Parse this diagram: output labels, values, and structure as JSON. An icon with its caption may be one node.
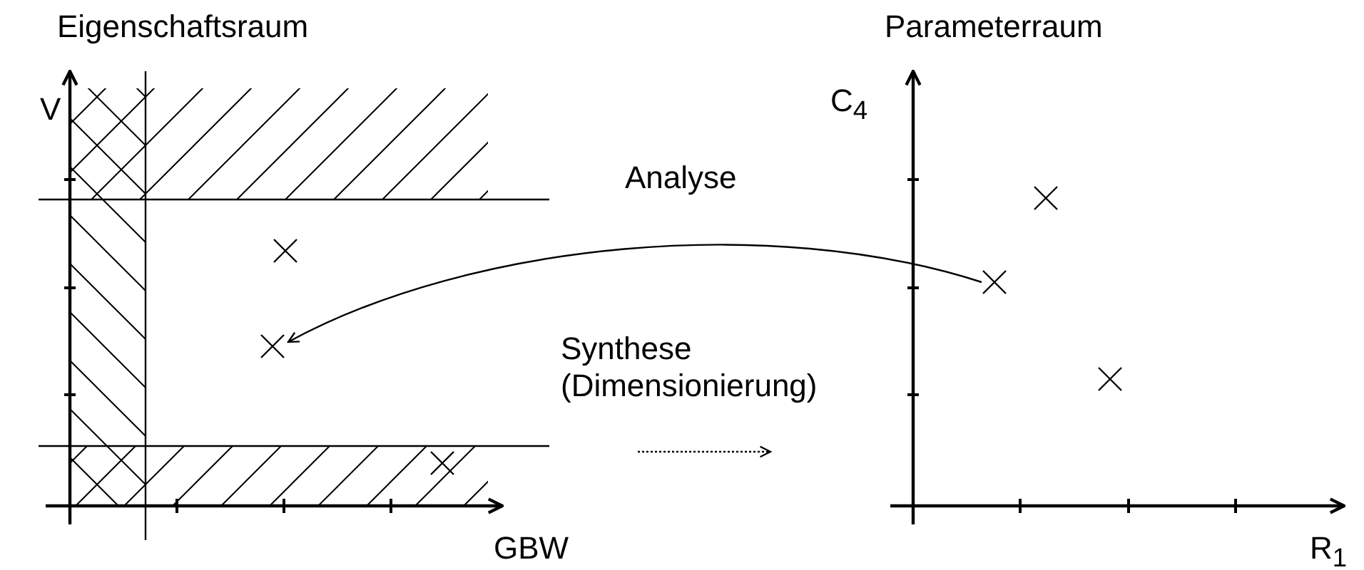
{
  "diagram": {
    "nodes": [
      {
        "text": [
          "Eigenschaftsraum"
        ]
      },
      {
        "text": [
          "Parameterraum"
        ]
      },
      {
        "text": [],
        "shape": "cross",
        "in": 0
      },
      {
        "text": [],
        "shape": "cross",
        "in": 0
      },
      {
        "text": [],
        "shape": "cross",
        "in": 0
      },
      {
        "text": [],
        "shape": "cross",
        "in": 1
      },
      {
        "text": [],
        "shape": "cross",
        "in": 1
      },
      {
        "text": [],
        "shape": "cross",
        "in": 1
      }
    ],
    "edges": [
      {
        "from": 6,
        "to": 3,
        "arrow": "to",
        "label": "Analyse"
      }
    ],
    "labels": [
      "C$_{4}$",
      "V",
      "Synthese (Dimensionierung)",
      "GBW",
      "R$_{1}$"
    ]
  }
}
